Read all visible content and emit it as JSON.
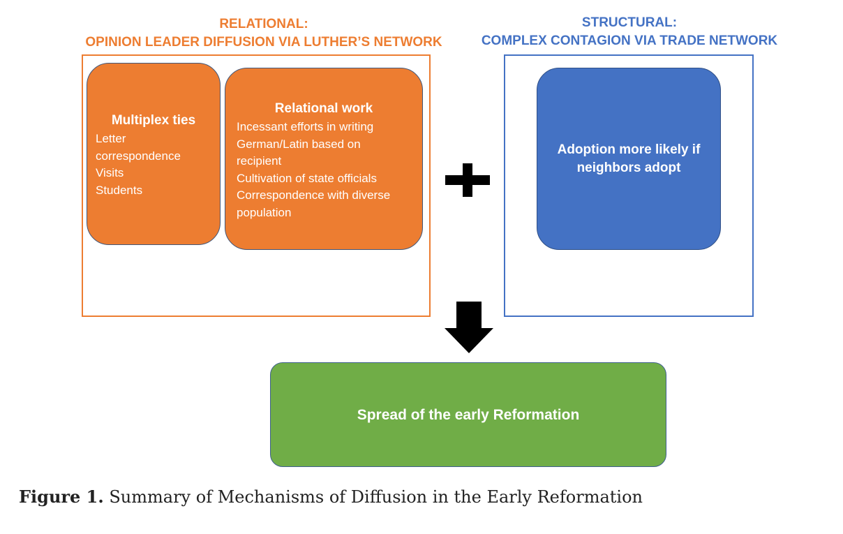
{
  "relational": {
    "heading_line1": "RELATIONAL:",
    "heading_line2": "OPINION LEADER DIFFUSION VIA LUTHER’S NETWORK",
    "multiplex": {
      "title": "Multiplex ties",
      "lines": [
        "Letter",
        "correspondence",
        "Visits",
        "Students"
      ]
    },
    "relational_work": {
      "title": "Relational work",
      "lines": [
        "Incessant efforts in writing",
        "German/Latin based on",
        "recipient",
        "Cultivation of state officials",
        "Correspondence with diverse",
        "population"
      ]
    }
  },
  "structural": {
    "heading_line1": "STRUCTURAL:",
    "heading_line2": "COMPLEX CONTAGION VIA TRADE NETWORK",
    "box_line1": "Adoption more likely if",
    "box_line2": "neighbors adopt"
  },
  "outcome": {
    "label": "Spread of the early Reformation"
  },
  "caption": {
    "label": "Figure 1.",
    "text": "Summary of Mechanisms of Diffusion in the Early Reformation"
  },
  "colors": {
    "orange": "#ED7D31",
    "blue": "#4472C4",
    "green": "#70AD47",
    "black": "#000000"
  },
  "icons": {
    "plus": "plus-icon",
    "arrow": "arrow-down-icon"
  }
}
